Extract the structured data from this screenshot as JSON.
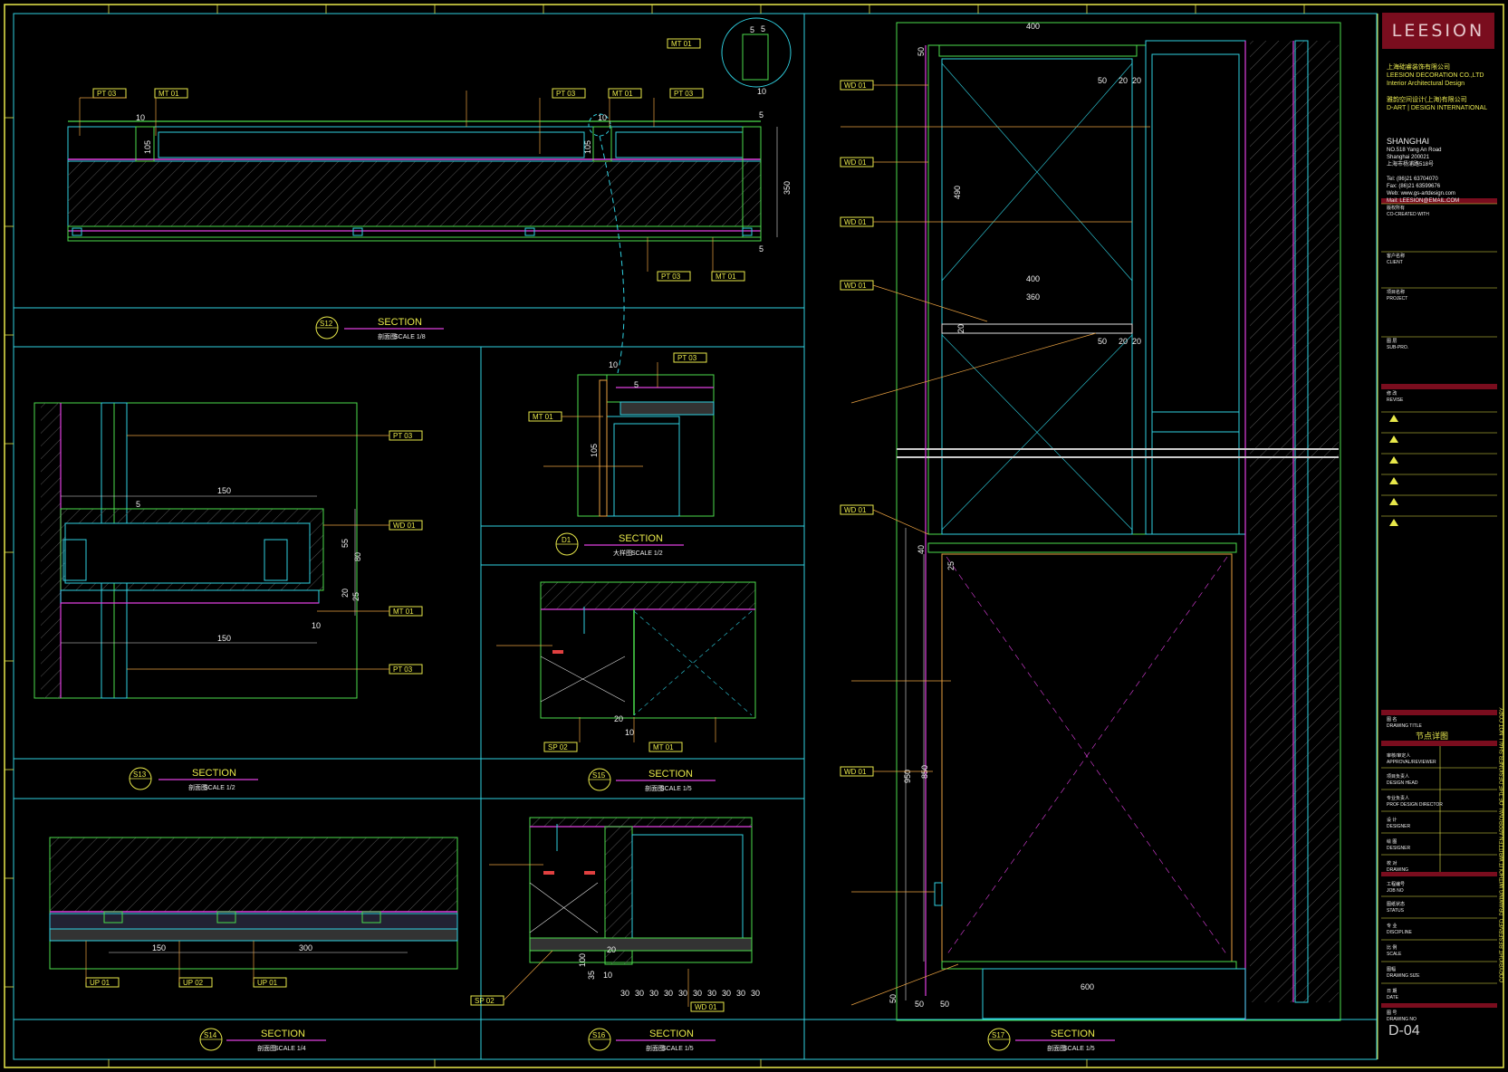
{
  "title_block": {
    "logo": "LEESION",
    "company_cn": "上海础睿装饰有限公司",
    "company_en": "LEESION DECORATION CO.,LTD",
    "company_tag": "Interior Architectural Design",
    "subsidiary_cn": "雅韵空间设计(上海)有限公司",
    "subsidiary_en": "D-ART | DESIGN INTERNATIONAL",
    "city": "SHANGHAI",
    "address_lines": [
      "NO.518 Yang An Road",
      "Shanghai 200021",
      "上海市杨浦路518号"
    ],
    "contact_labels": [
      "Tel:",
      "Fax:",
      "Web:",
      "Mail:"
    ],
    "contact_values": [
      "(86)21 63704070",
      "(86)21 63599676",
      "www.gs-artdesign.com",
      "LEESION@EMAIL.COM"
    ],
    "rows": [
      {
        "cn": "版权所有",
        "en": "CO-CREATED WITH"
      },
      {
        "cn": "客户名称",
        "en": "CLIENT"
      },
      {
        "cn": "项目名称",
        "en": "PROJECT"
      },
      {
        "cn": "图 层",
        "en": "SUB-PRO."
      },
      {
        "cn": "修 改",
        "en": "REVISE"
      },
      {
        "cn": "图 名",
        "en": "DRAWING TITLE",
        "value": "节点详图"
      },
      {
        "cn": "审核/审定人",
        "en": "APPROVAL/REVIEWER"
      },
      {
        "cn": "项目负责人",
        "en": "DESIGN HEAD"
      },
      {
        "cn": "专业负责人",
        "en": "PROF DESIGN DIRECTOR"
      },
      {
        "cn": "设 计",
        "en": "DESIGNER"
      },
      {
        "cn": "绘 图",
        "en": "DESIGNER"
      },
      {
        "cn": "校 对",
        "en": "DRAWING"
      },
      {
        "cn": "工程编号",
        "en": "JOB NO"
      },
      {
        "cn": "图纸状态",
        "en": "STATUS"
      },
      {
        "cn": "专 业",
        "en": "DISCIPLINE"
      },
      {
        "cn": "比 例",
        "en": "SCALE"
      },
      {
        "cn": "图幅",
        "en": "DRAWING SIZE"
      },
      {
        "cn": "日 期",
        "en": "DATE"
      },
      {
        "cn": "图 号",
        "en": "DRAWING NO"
      }
    ],
    "drawing_no": "D-04",
    "side_note": "COPYRIGHT RESERVED. DRAWING WITHOUT WRITTEN APPROVAL OF THE DESIGNER SHALL NOT COPY"
  },
  "sections": [
    {
      "id": "S12",
      "ref": "--",
      "label": "SECTION",
      "sub": "剖面图",
      "scale": "SCALE 1/8"
    },
    {
      "id": "S13",
      "ref": "--",
      "label": "SECTION",
      "sub": "剖面图",
      "scale": "SCALE 1/2"
    },
    {
      "id": "D1",
      "ref": "",
      "label": "SECTION",
      "sub": "大样图",
      "scale": "SCALE 1/2"
    },
    {
      "id": "S15",
      "ref": "--",
      "label": "SECTION",
      "sub": "剖面图",
      "scale": "SCALE 1/5"
    },
    {
      "id": "S14",
      "ref": "--",
      "label": "SECTION",
      "sub": "剖面图",
      "scale": "SCALE 1/4"
    },
    {
      "id": "S16",
      "ref": "--",
      "label": "SECTION",
      "sub": "剖面图",
      "scale": "SCALE 1/5"
    },
    {
      "id": "S17",
      "ref": "--",
      "label": "SECTION",
      "sub": "剖面图",
      "scale": "SCALE 1/5"
    }
  ],
  "tags": [
    "PT 03",
    "MT 01",
    "WD 01",
    "SP 02",
    "UP 01",
    "UP 02"
  ],
  "dims": {
    "s12": [
      "10",
      "105",
      "10",
      "105",
      "5",
      "350",
      "10",
      "5",
      "5",
      "5"
    ],
    "s13": [
      "150",
      "5",
      "55",
      "80",
      "20",
      "25",
      "10",
      "150"
    ],
    "d1": [
      "10",
      "5",
      "105"
    ],
    "s15": [
      "20",
      "10"
    ],
    "s14": [
      "150",
      "300"
    ],
    "s16": [
      "100",
      "20",
      "35",
      "10",
      "30",
      "30",
      "30",
      "30",
      "30",
      "30",
      "30",
      "30",
      "30",
      "30"
    ],
    "s17": [
      "400",
      "50",
      "50",
      "20",
      "20",
      "490",
      "400",
      "360",
      "20",
      "50",
      "20",
      "20",
      "40",
      "25",
      "950",
      "850",
      "600",
      "50",
      "50",
      "50"
    ]
  }
}
